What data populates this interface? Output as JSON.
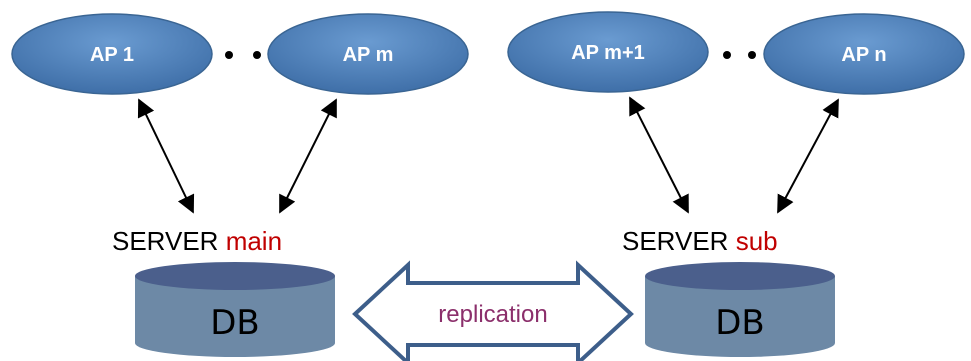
{
  "left_cluster": {
    "ap_first": "AP 1",
    "ap_last": "AP m",
    "server_prefix": "SERVER ",
    "server_role": "main",
    "db_label": "DB"
  },
  "right_cluster": {
    "ap_first": "AP m+1",
    "ap_last": "AP n",
    "server_prefix": "SERVER ",
    "server_role": "sub",
    "db_label": "DB"
  },
  "replication_label": "replication",
  "colors": {
    "ap_fill": "#4f81bd",
    "ap_stroke": "#3a6593",
    "db_body": "#6d89a6",
    "db_top": "#4b5f8c",
    "accent_red": "#c00000",
    "replication_text": "#8b2f6b",
    "arrow_outline": "#3d5e8a"
  }
}
